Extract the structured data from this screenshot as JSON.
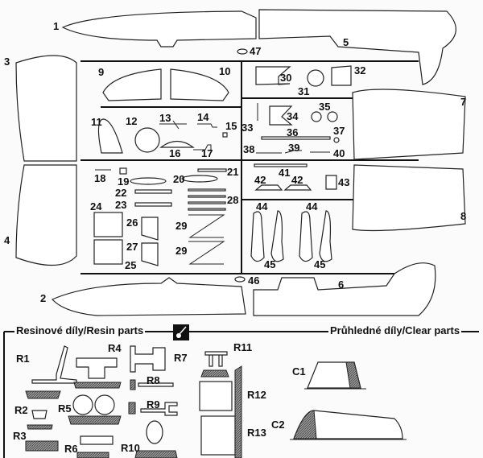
{
  "part_numbers": {
    "p1": "1",
    "p2": "2",
    "p3": "3",
    "p4": "4",
    "p5": "5",
    "p6": "6",
    "p7": "7",
    "p8": "8",
    "p9": "9",
    "p10": "10",
    "p11": "11",
    "p12": "12",
    "p13": "13",
    "p14": "14",
    "p15": "15",
    "p16": "16",
    "p17": "17",
    "p18": "18",
    "p19": "19",
    "p20": "20",
    "p21": "21",
    "p22": "22",
    "p23": "23",
    "p24": "24",
    "p25": "25",
    "p26": "26",
    "p27": "27",
    "p28": "28",
    "p29a": "29",
    "p29b": "29",
    "p30": "30",
    "p31": "31",
    "p32": "32",
    "p33": "33",
    "p34": "34",
    "p35": "35",
    "p36": "36",
    "p37": "37",
    "p38": "38",
    "p39": "39",
    "p40": "40",
    "p41": "41",
    "p42a": "42",
    "p42b": "42",
    "p43": "43",
    "p44a": "44",
    "p44b": "44",
    "p45a": "45",
    "p45b": "45",
    "p46": "46",
    "p47": "47"
  },
  "resin_section": {
    "heading": "Resinové díly/Resin parts",
    "parts": {
      "r1": "R1",
      "r2": "R2",
      "r3": "R3",
      "r4": "R4",
      "r5": "R5",
      "r6": "R6",
      "r7": "R7",
      "r8": "R8",
      "r9": "R9",
      "r10": "R10",
      "r11": "R11",
      "r12": "R12",
      "r13": "R13"
    }
  },
  "clear_section": {
    "heading": "Průhledné díly/Clear parts",
    "parts": {
      "c1": "C1",
      "c2": "C2"
    }
  },
  "icons": {
    "section_icon": "glue-tool-icon"
  },
  "colors": {
    "ink": "#111111",
    "paper": "#fbfbfb"
  }
}
